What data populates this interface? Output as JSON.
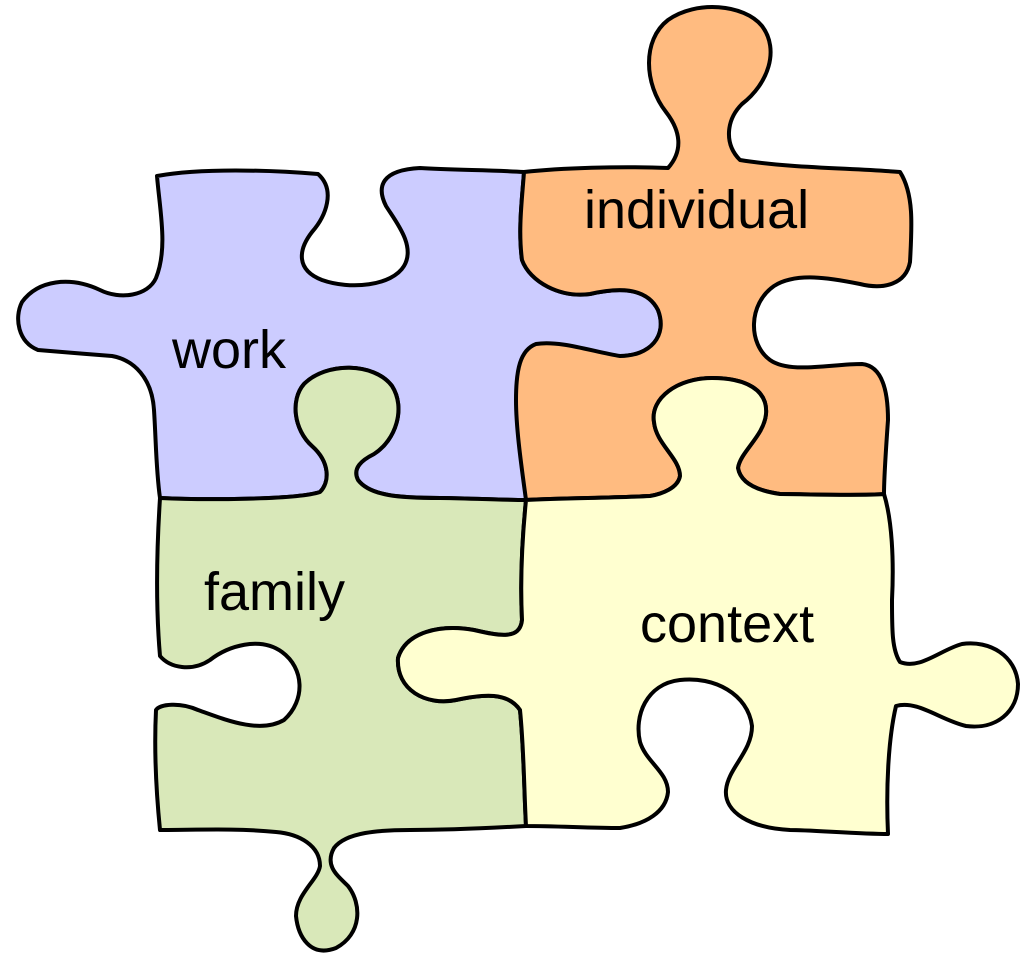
{
  "pieces": {
    "work": {
      "label": "work",
      "color": "#ccccff"
    },
    "individual": {
      "label": "individual",
      "color": "#ffbb80"
    },
    "family": {
      "label": "family",
      "color": "#d9e8b9"
    },
    "context": {
      "label": "context",
      "color": "#ffffd0"
    }
  },
  "stroke_color": "#000000"
}
